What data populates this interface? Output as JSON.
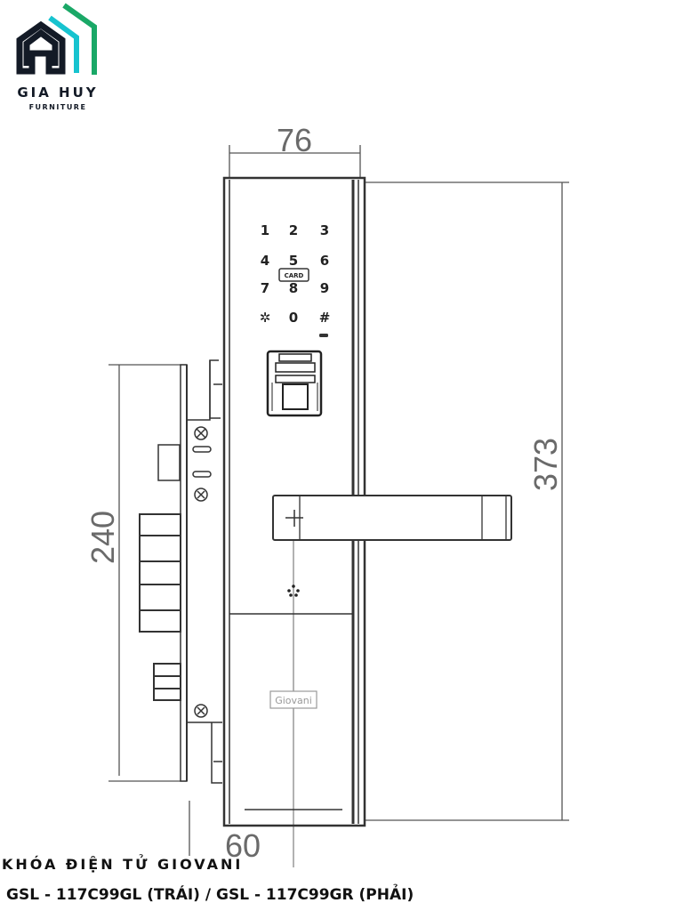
{
  "logo": {
    "name": "GIA HUY",
    "tagline": "FURNITURE",
    "colors": {
      "house": "#131a26",
      "teal": "#17c3cf",
      "green": "#1aa867"
    }
  },
  "dimensions": {
    "width_top": "76",
    "height_total": "373",
    "mortise_height": "240",
    "backset": "60"
  },
  "keypad": {
    "keys": [
      "1",
      "2",
      "3",
      "4",
      "5",
      "6",
      "7",
      "8",
      "9",
      "✲",
      "0",
      "#"
    ],
    "card_label": "CARD"
  },
  "brand_mark": "Giovani",
  "caption": {
    "title": "KHÓA ĐIỆN TỬ GIOVANI",
    "models": "GSL - 117C99GL (TRÁI) / GSL - 117C99GR (PHẢI)"
  }
}
